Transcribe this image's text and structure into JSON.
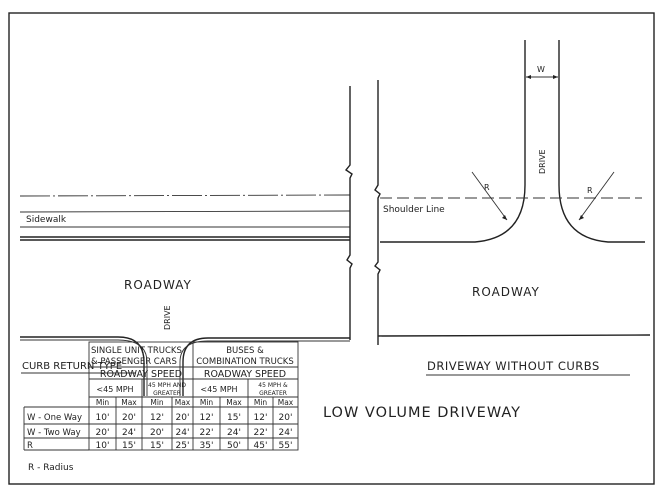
{
  "labels": {
    "roadway_left": "ROADWAY",
    "roadway_right": "ROADWAY",
    "sidewalk": "Sidewalk",
    "shoulder_line": "Shoulder  Line",
    "drive_left": "DRIVE",
    "drive_right": "DRIVE",
    "width": "W",
    "radius_left": "R",
    "radius_right": "R",
    "curb_return_type": "CURB RETURN TYPE",
    "driveway_without_curbs": "DRIVEWAY WITHOUT CURBS",
    "low_volume_driveway": "LOW VOLUME DRIVEWAY",
    "legend_radius": "R - Radius"
  },
  "table": {
    "groups": [
      "SINGLE UNIT TRUCKS",
      "& PASSENGER CARS",
      "BUSES &",
      "COMBINATION TRUCKS"
    ],
    "roadway_speed": "ROADWAY SPEED",
    "speeds": [
      "<45 MPH",
      "45 MPH AND",
      "GREATER",
      "<45 MPH",
      "45 MPH &",
      "GREATER"
    ],
    "minmax": [
      "Min",
      "Max",
      "Min",
      "Max",
      "Min",
      "Max",
      "Min",
      "Max"
    ],
    "rows": [
      {
        "label": "W - One Way",
        "values": [
          "10'",
          "20'",
          "12'",
          "20'",
          "12'",
          "15'",
          "12'",
          "20'"
        ]
      },
      {
        "label": "W - Two Way",
        "values": [
          "20'",
          "24'",
          "20'",
          "24'",
          "22'",
          "24'",
          "22'",
          "24'"
        ]
      },
      {
        "label": "R",
        "values": [
          "10'",
          "15'",
          "15'",
          "25'",
          "35'",
          "50'",
          "45'",
          "55'"
        ]
      }
    ]
  }
}
